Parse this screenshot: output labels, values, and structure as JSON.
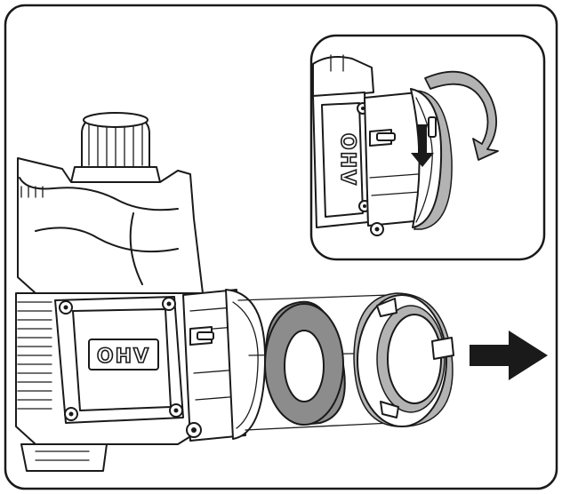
{
  "diagram": {
    "engine_label": "OHV",
    "inset_engine_label": "OHV",
    "colors": {
      "foam_filter": "#8c8c8c",
      "cover_shade": "#8c8c8c",
      "ink": "#1a1a1a",
      "background": "#ffffff"
    },
    "icons": {
      "rotate_arrow": "curved-arrow-clockwise",
      "press_arrow": "arrow-down",
      "remove_arrow": "arrow-right"
    }
  }
}
